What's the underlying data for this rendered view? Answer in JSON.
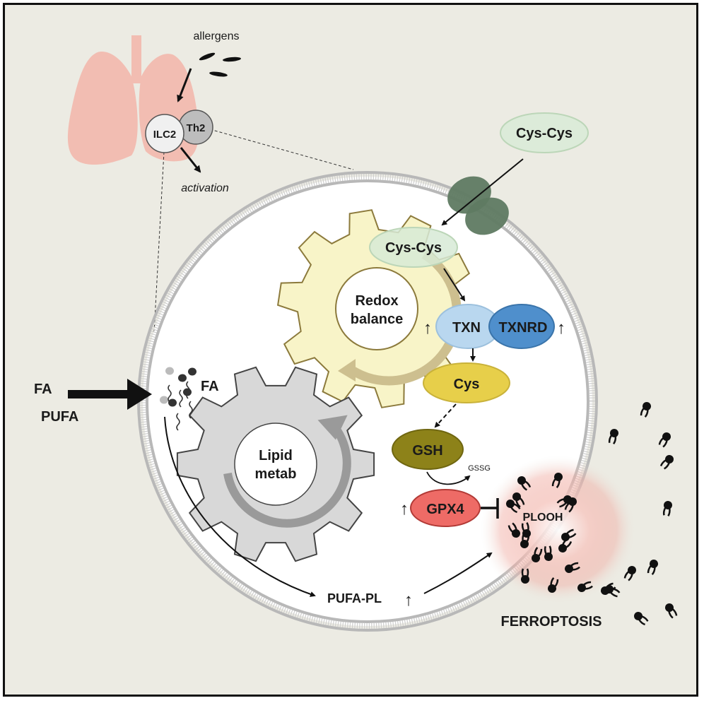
{
  "title": "Allergen-driven ILC2/Th2 activation, redox balance, lipid metabolism and ferroptosis",
  "colors": {
    "background": "#ecebe3",
    "lung": "#f2bdb2",
    "ilc2": "#eeeeee",
    "th2": "#bdbdbd",
    "membrane": "#b8b8b8",
    "transporter": "#5f7a62",
    "cys_cys": "#d7ead6",
    "redox_gear": "#f8f4c8",
    "redox_gear_stroke": "#8c7a3c",
    "redox_arrow": "#cdbf8f",
    "lipid_gear": "#d8d8d8",
    "lipid_arrow": "#9a9a9a",
    "txn": "#b9d7ef",
    "txnrd": "#4f8fcc",
    "cys": "#e7cf4a",
    "gsh": "#8d8219",
    "gpx4": "#ee6b66",
    "ferroptosis_glow": "#f4b8b0"
  },
  "lung_panel": {
    "allergens_label": "allergens",
    "ilc2_label": "ILC2",
    "th2_label": "Th2",
    "activation_label": "activation"
  },
  "outside": {
    "cys_cys_label": "Cys-Cys",
    "fa_label": "FA",
    "pufa_label": "PUFA",
    "ferroptosis_label": "FERROPTOSIS"
  },
  "cell": {
    "cys_cys_label": "Cys-Cys",
    "redox_gear_label_line1": "Redox",
    "redox_gear_label_line2": "balance",
    "txn_label": "TXN",
    "txnrd_label": "TXNRD",
    "cys_label": "Cys",
    "gsh_label": "GSH",
    "gssg_label": "GSSG",
    "gpx4_label": "GPX4",
    "plooh_label": "PLOOH",
    "fa_label": "FA",
    "lipid_gear_label_line1": "Lipid",
    "lipid_gear_label_line2": "metab",
    "pufa_pl_label": "PUFA-PL",
    "up_arrow": "↑"
  }
}
